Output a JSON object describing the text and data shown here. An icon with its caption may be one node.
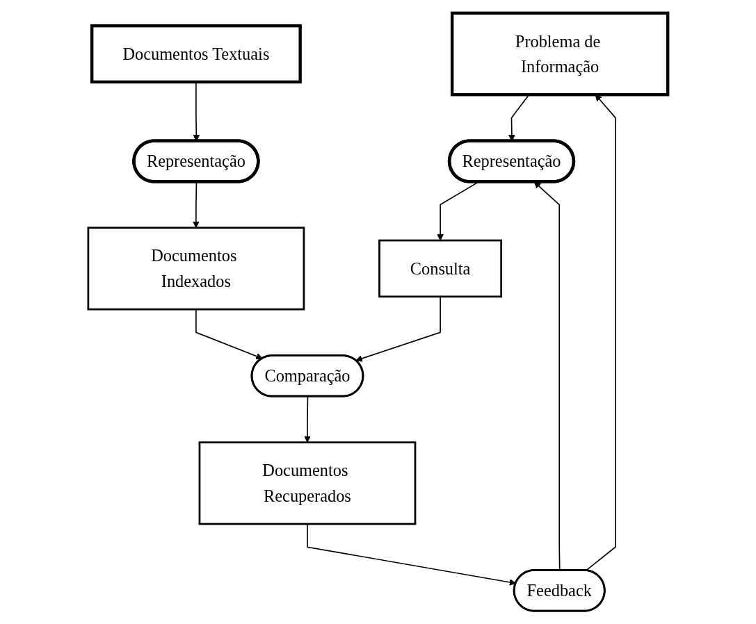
{
  "diagram": {
    "nodes": [
      {
        "text": [
          "Problema de Informação"
        ]
      },
      {
        "text": [
          "Documentos Textuais"
        ]
      },
      {
        "text": [
          "Representação"
        ]
      },
      {
        "text": [
          "Representação"
        ]
      },
      {
        "text": [
          "Consulta"
        ]
      },
      {
        "text": [
          "Documentos Indexados"
        ]
      },
      {
        "text": [
          "Comparação"
        ]
      },
      {
        "text": [
          "Feedback"
        ]
      },
      {
        "text": [
          "Documentos Recuperados"
        ]
      }
    ],
    "edges": [
      {
        "from": 0,
        "to": 2,
        "arrow": "to"
      },
      {
        "from": 1,
        "to": 3,
        "arrow": "to"
      },
      {
        "from": 2,
        "to": 4,
        "arrow": "to"
      },
      {
        "from": 3,
        "to": 5,
        "arrow": "to"
      },
      {
        "from": 4,
        "to": 6,
        "arrow": "to"
      },
      {
        "from": 5,
        "to": 6,
        "arrow": "to"
      },
      {
        "from": 6,
        "to": 8,
        "arrow": "to"
      },
      {
        "from": 8,
        "to": 7,
        "arrow": "to"
      },
      {
        "from": 7,
        "to": 0,
        "arrow": "to"
      },
      {
        "from": 7,
        "to": 2,
        "arrow": "to"
      }
    ]
  }
}
